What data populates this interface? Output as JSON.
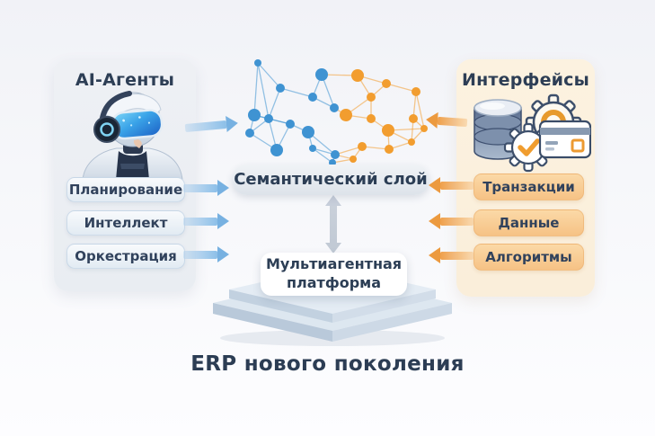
{
  "diagram": {
    "title": "ERP нового поколения"
  },
  "left_panel": {
    "title": "AI-Агенты",
    "illustration": "ai-agent-robot-with-vr-headset",
    "items": [
      {
        "label": "Планирование"
      },
      {
        "label": "Интеллект"
      },
      {
        "label": "Оркестрация"
      }
    ]
  },
  "right_panel": {
    "title": "Интерфейсы",
    "illustration": "database-gears-payment-card",
    "items": [
      {
        "label": "Транзакции"
      },
      {
        "label": "Данные"
      },
      {
        "label": "Алгоритмы"
      }
    ]
  },
  "center": {
    "semantic_layer": "Семантический слой",
    "platform": "Мультиагентная платформа"
  },
  "colors": {
    "node_blue": "#3f93d2",
    "node_orange": "#f29d2f",
    "arrow_blue": "#77b1e1",
    "arrow_orange": "#ec9a3f",
    "text_dark": "#2d3e55",
    "panel_left_bg": "#e9edf2",
    "panel_right_bg": "#faeeda"
  }
}
